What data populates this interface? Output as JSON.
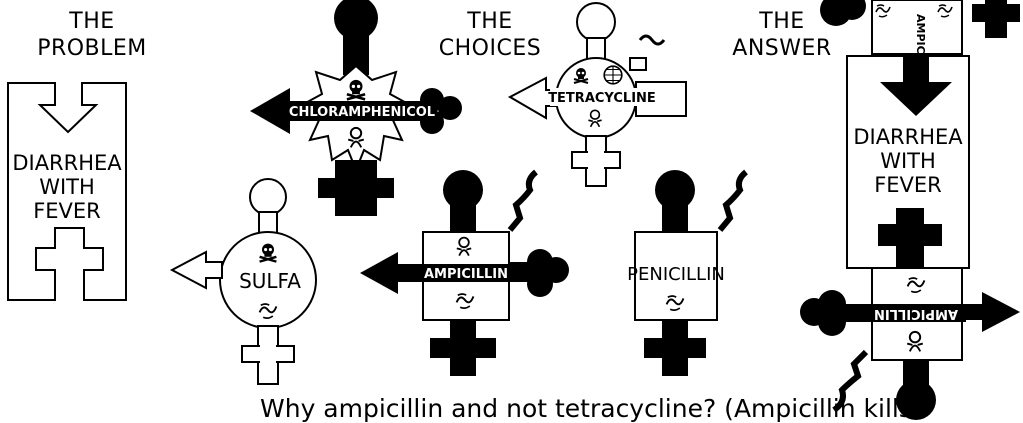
{
  "headers": {
    "problem": [
      "THE",
      "PROBLEM"
    ],
    "choices": [
      "THE",
      "CHOICES"
    ],
    "answer": [
      "THE",
      "ANSWER"
    ]
  },
  "problem_box": [
    "DIARRHEA",
    "WITH",
    "FEVER"
  ],
  "answer_box": [
    "DIARRHEA",
    "WITH",
    "FEVER"
  ],
  "drugs": {
    "chloramphenicol": "CHLORAMPHENICOL",
    "tetracycline": "TETRACYCLINE",
    "sulfa": "SULFA",
    "ampicillin": "AMPICILLIN",
    "penicillin": "PENICILLIN",
    "answer_top": "AMPICILLIN",
    "answer_bottom": "AMPICILLIN"
  },
  "caption": "Why ampicillin and not tetracycline? (Ampicillin kills"
}
